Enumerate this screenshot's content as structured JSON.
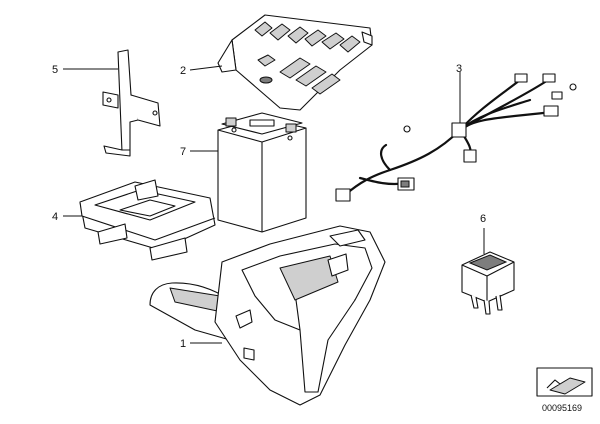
{
  "diagram": {
    "callouts": [
      {
        "id": "1",
        "label": "1"
      },
      {
        "id": "2",
        "label": "2"
      },
      {
        "id": "3",
        "label": "3"
      },
      {
        "id": "4",
        "label": "4"
      },
      {
        "id": "5",
        "label": "5"
      },
      {
        "id": "6",
        "label": "6"
      },
      {
        "id": "7",
        "label": "7"
      }
    ],
    "drawing_number": "00095169",
    "colors": {
      "line": "#111111",
      "fill": "#ffffff",
      "shade": "#cfcfcf"
    }
  }
}
